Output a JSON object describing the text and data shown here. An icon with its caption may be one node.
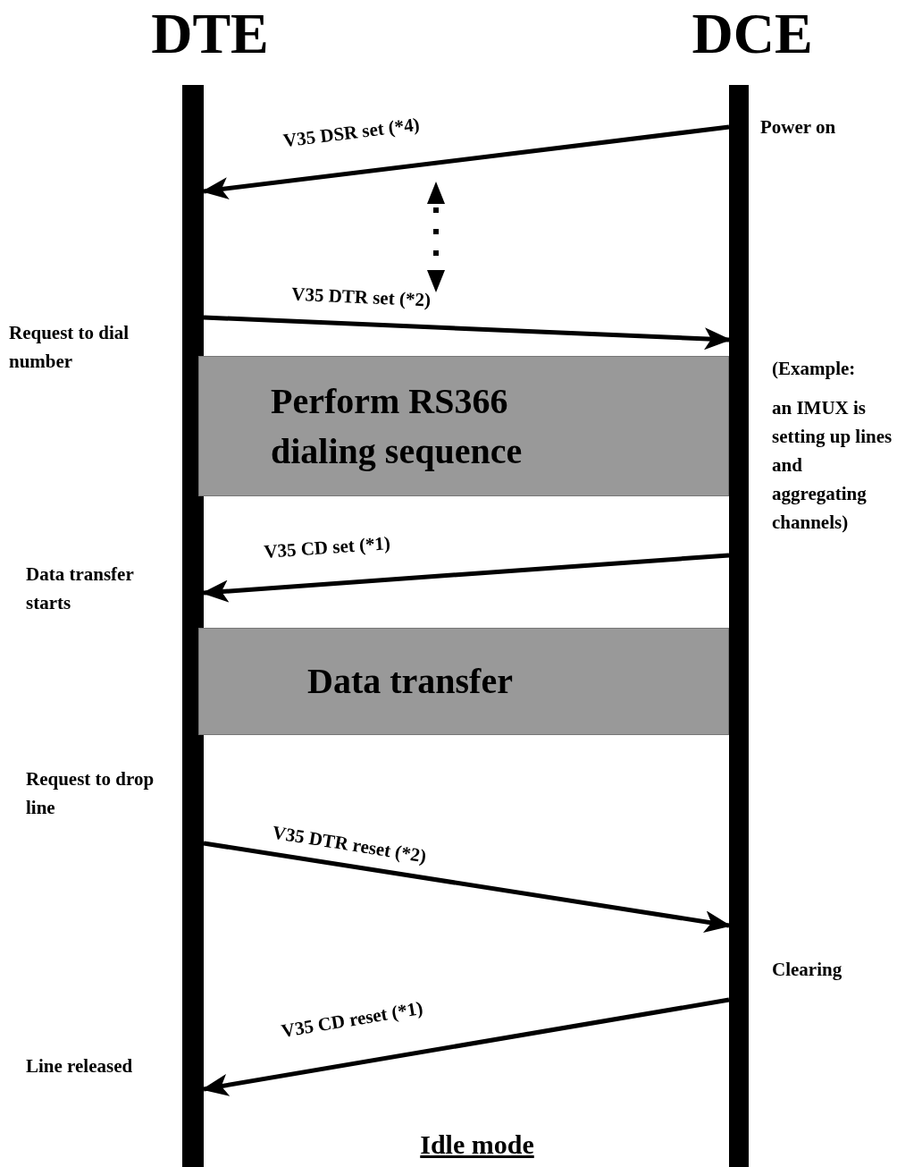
{
  "diagram": {
    "nodes": [
      {
        "text": [
          "DTE"
        ]
      },
      {
        "text": [
          "DCE"
        ]
      },
      {
        "text": [
          "Perform RS366 dialing sequence"
        ]
      },
      {
        "text": [
          "Data transfer"
        ]
      }
    ],
    "edges": [
      {
        "from": 1,
        "to": 0,
        "arrow": "to",
        "label": "V35 DSR set (*4)"
      },
      {
        "from": 0,
        "to": 1,
        "arrow": "to",
        "label": "V35 DTR set (*2)"
      },
      {
        "from": 1,
        "to": 0,
        "arrow": "to",
        "label": "V35 CD set (*1)"
      },
      {
        "from": 0,
        "to": 1,
        "arrow": "to",
        "label": "V35 DTR reset (*2)"
      },
      {
        "from": 1,
        "to": 0,
        "arrow": "to",
        "label": "V35 CD reset (*1)"
      }
    ],
    "labels": [
      "Power on",
      "Request to dial number",
      "(Example:",
      "an IMUX is setting up lines and aggregating channels)",
      "Data transfer starts",
      "Request to drop line",
      "Clearing",
      "Line released",
      "Idle mode"
    ]
  }
}
